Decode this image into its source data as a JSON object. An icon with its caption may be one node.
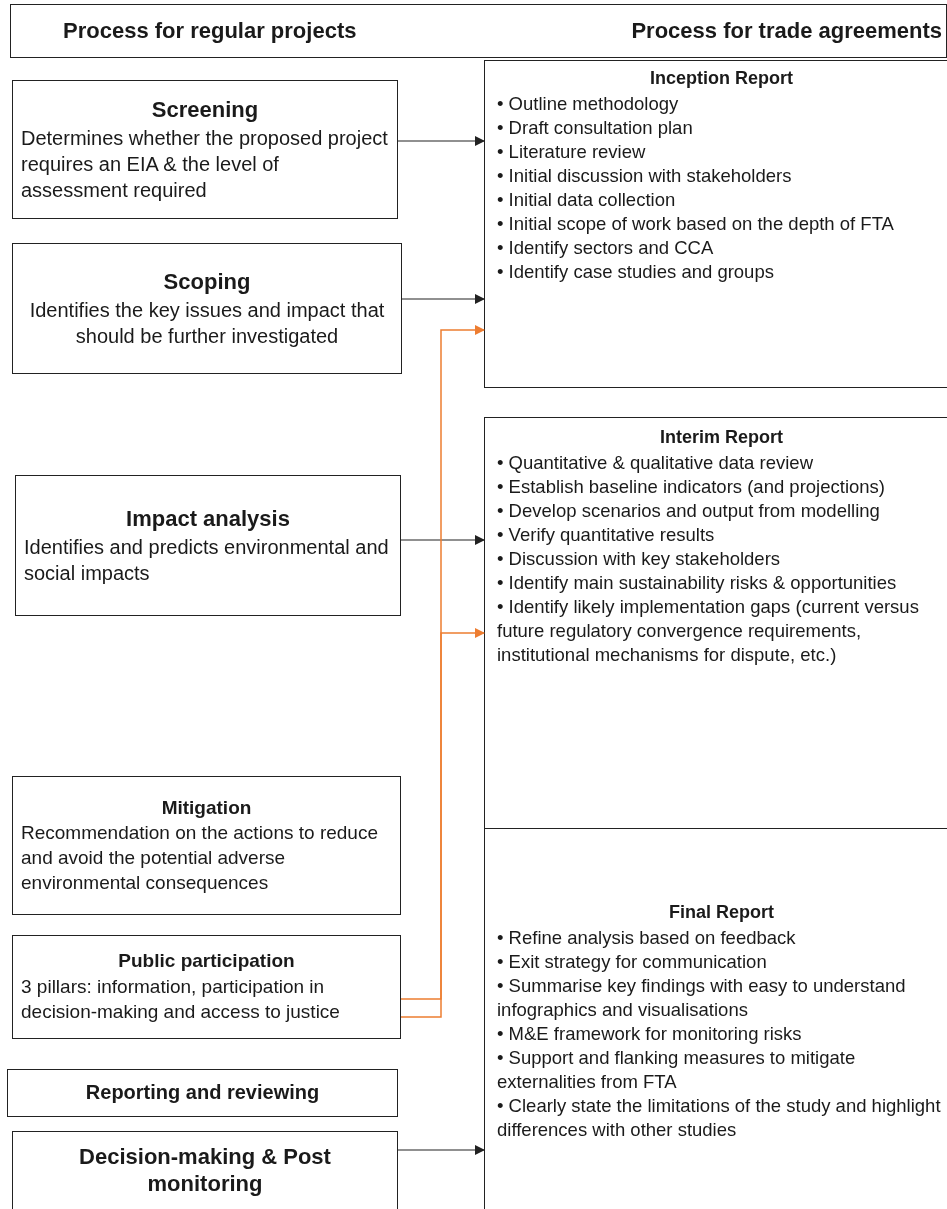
{
  "diagram": {
    "nodes": [
      {
        "text": [
          "Process for regular projects",
          "Process for trade agreements"
        ]
      },
      {
        "text": [
          "Screening",
          "Determines whether the proposed project requires an EIA & the level of assessment required"
        ]
      },
      {
        "text": [
          "Scoping",
          "Identifies the key issues and impact that should be further investigated"
        ]
      },
      {
        "text": [
          "Impact analysis",
          "Identifies and predicts environmental and social impacts"
        ]
      },
      {
        "text": [
          "Mitigation",
          "Recommendation on the actions to reduce and avoid the potential adverse environmental consequences"
        ]
      },
      {
        "text": [
          "Public participation",
          "3 pillars: information, participation in decision-making and access to justice"
        ]
      },
      {
        "text": [
          "Reporting and reviewing"
        ]
      },
      {
        "text": [
          "Decision-making & Post monitoring"
        ]
      },
      {
        "text": [
          "Inception Report",
          "• Outline methodology",
          "• Draft consultation plan",
          "• Literature review",
          "• Initial discussion with stakeholders",
          "• Initial data collection",
          "• Initial scope of work based on the depth of FTA",
          "• Identify sectors and CCA",
          "• Identify case studies and groups"
        ]
      },
      {
        "text": [
          "Interim Report",
          "• Quantitative & qualitative data review",
          "• Establish baseline indicators (and projections)",
          "• Develop scenarios and output from modelling",
          "• Verify quantitative results",
          "• Discussion with key stakeholders",
          "• Identify main sustainability risks & opportunities",
          "• Identify likely implementation gaps (current versus future regulatory convergence requirements, institutional mechanisms for dispute, etc.)"
        ]
      },
      {
        "text": [
          "Final Report",
          "• Refine analysis based on feedback",
          "• Exit strategy for communication",
          "• Summarise key findings with easy to understand infographics and visualisations",
          "• M&E framework for monitoring risks",
          "• Support and flanking measures to mitigate externalities from FTA",
          "• Clearly state the limitations of the study and highlight differences with other studies"
        ]
      }
    ],
    "edges": [
      {
        "from": 1,
        "to": 8,
        "arrow": "to"
      },
      {
        "from": 2,
        "to": 8,
        "arrow": "to"
      },
      {
        "from": 3,
        "to": 9,
        "arrow": "to"
      },
      {
        "from": 7,
        "to": 10,
        "arrow": "to"
      },
      {
        "from": 5,
        "to": 8,
        "arrow": "to",
        "color": "#ed7d31"
      },
      {
        "from": 5,
        "to": 9,
        "arrow": "to",
        "color": "#ed7d31"
      }
    ]
  }
}
